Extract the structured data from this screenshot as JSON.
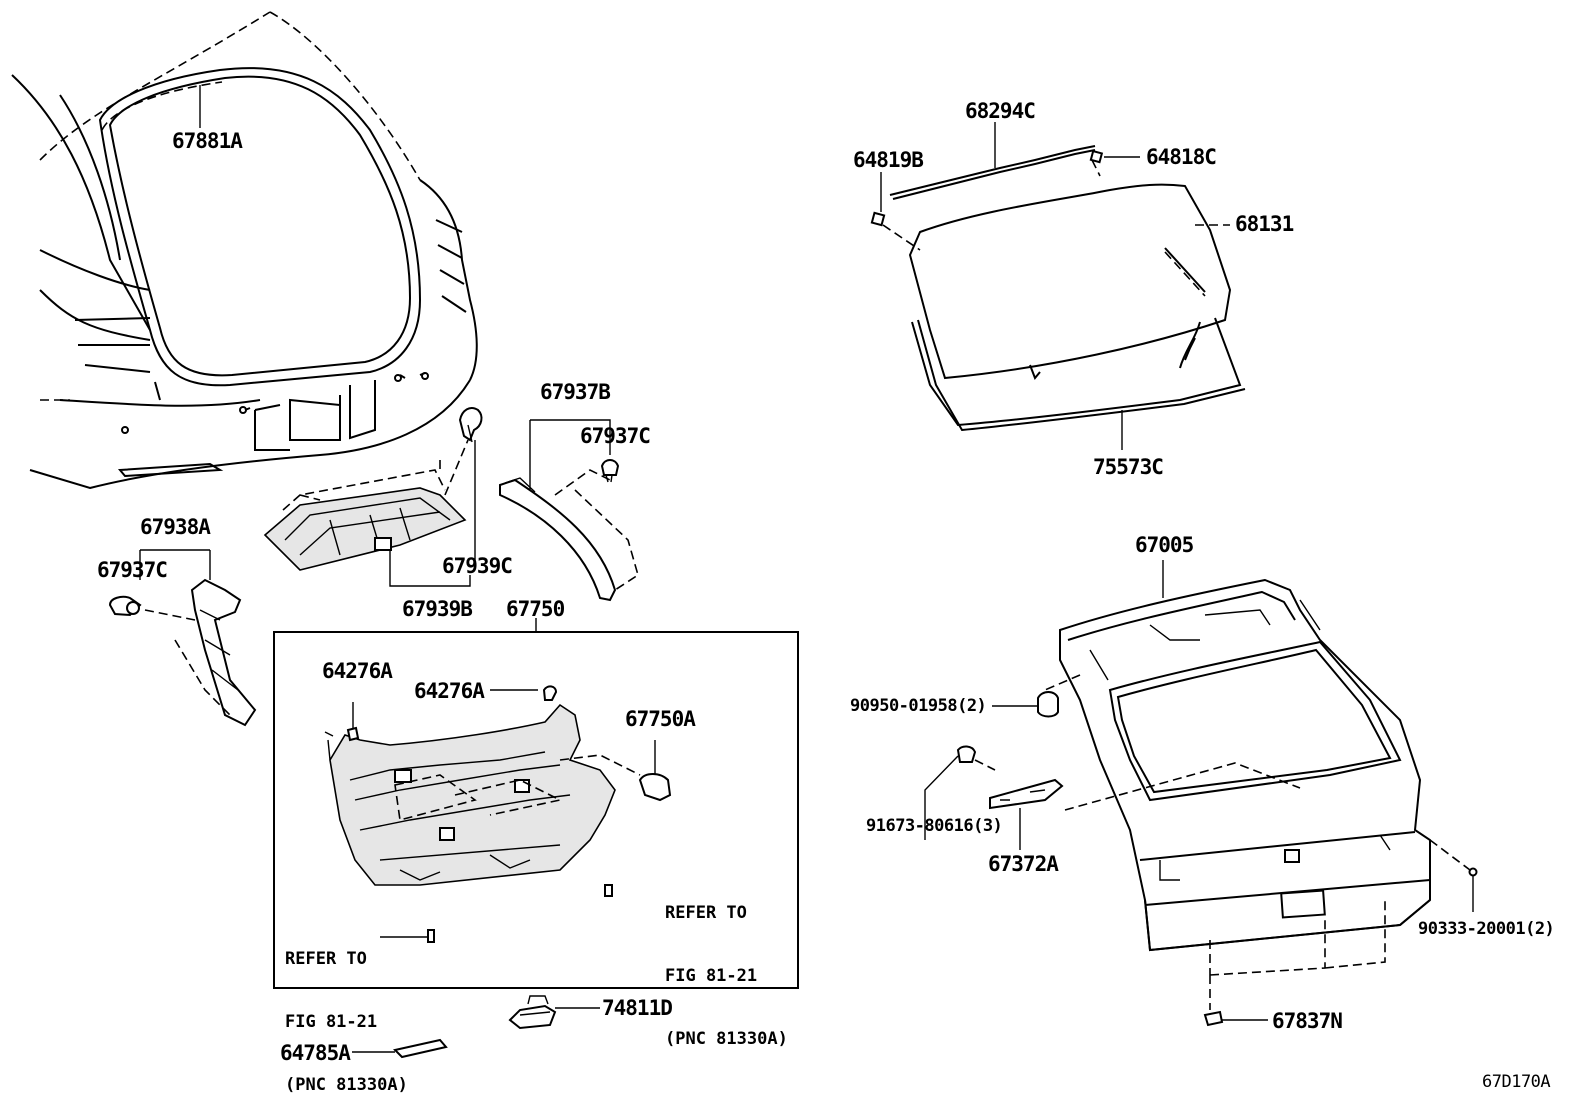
{
  "diagram_id": "67D170A",
  "refer_notes": [
    {
      "line1": "REFER TO",
      "line2": "FIG 81-21",
      "line3": "(PNC 81330A)"
    },
    {
      "line1": "REFER TO",
      "line2": "FIG 81-21",
      "line3": "(PNC 81330A)"
    }
  ],
  "parts": {
    "p67881A": "67881A",
    "p68294C": "68294C",
    "p64819B": "64819B",
    "p64818C": "64818C",
    "p68131": "68131",
    "p75573C": "75573C",
    "p67937B": "67937B",
    "p67937C_a": "67937C",
    "p67938A": "67938A",
    "p67937C_b": "67937C",
    "p67939C": "67939C",
    "p67939B": "67939B",
    "p67750": "67750",
    "p64276A_a": "64276A",
    "p64276A_b": "64276A",
    "p67750A": "67750A",
    "p67005": "67005",
    "p90950": "90950-01958(2)",
    "p91673": "91673-80616(3)",
    "p67372A": "67372A",
    "p90333": "90333-20001(2)",
    "p74811D": "74811D",
    "p64785A": "64785A",
    "p67837N": "67837N"
  }
}
